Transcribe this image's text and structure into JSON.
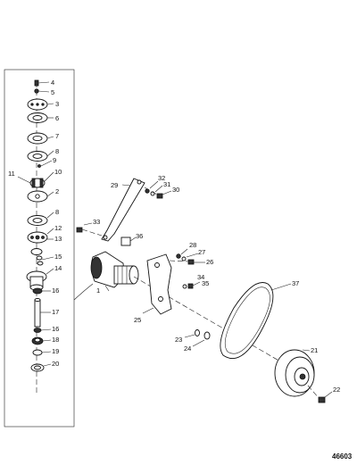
{
  "drawing_reference": "46603",
  "callouts": {
    "c1": "1",
    "c2": "2",
    "c3": "3",
    "c4": "4",
    "c5": "5",
    "c6": "6",
    "c7": "7",
    "c8": "8",
    "c9": "9",
    "c10": "10",
    "c11": "11",
    "c12": "12",
    "c13": "13",
    "c14": "14",
    "c15": "15",
    "c16": "16",
    "c17": "17",
    "c18": "18",
    "c19": "19",
    "c20": "20",
    "c21": "21",
    "c22": "22",
    "c23": "23",
    "c24": "24",
    "c25": "25",
    "c26": "26",
    "c27": "27",
    "c28": "28",
    "c29": "29",
    "c30": "30",
    "c31": "31",
    "c32": "32",
    "c33": "33",
    "c34": "34",
    "c35": "35",
    "c36": "36",
    "c37": "37"
  }
}
